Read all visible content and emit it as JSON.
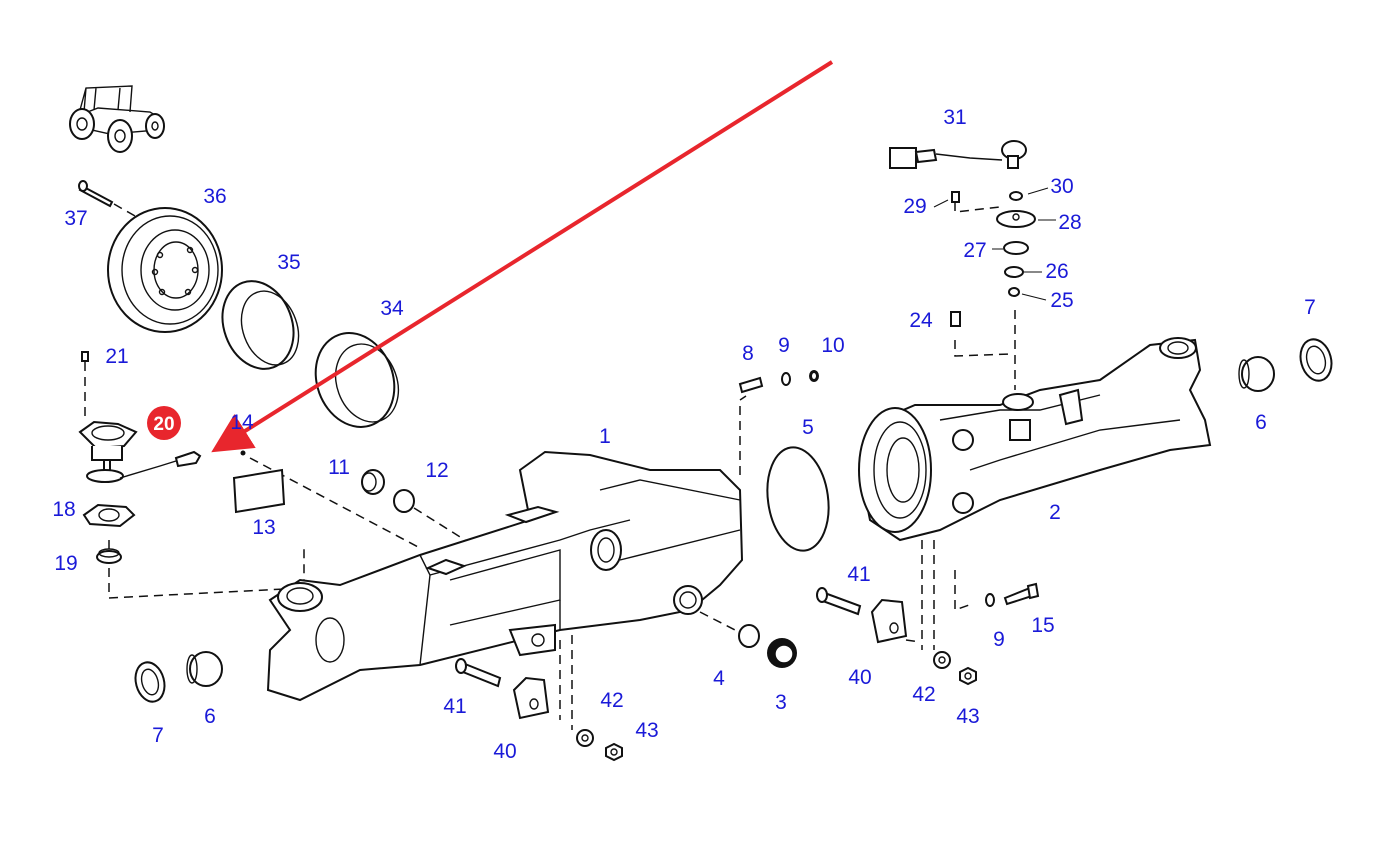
{
  "diagram": {
    "title": "Front axle housing exploded parts diagram",
    "highlighted_part": "20",
    "colors": {
      "label": "#1a1ad8",
      "highlight": "#e8262d",
      "arrow": "#e8262d",
      "line": "#111111"
    },
    "labels": {
      "p1": "1",
      "p2": "2",
      "p3": "3",
      "p4": "4",
      "p5": "5",
      "p6a": "6",
      "p6b": "6",
      "p7a": "7",
      "p7b": "7",
      "p8": "8",
      "p9a": "9",
      "p9b": "9",
      "p10": "10",
      "p11": "11",
      "p12": "12",
      "p13": "13",
      "p14": "14",
      "p15": "15",
      "p18": "18",
      "p19": "19",
      "p20": "20",
      "p21": "21",
      "p24": "24",
      "p25": "25",
      "p26": "26",
      "p27": "27",
      "p28": "28",
      "p29": "29",
      "p30": "30",
      "p31": "31",
      "p34": "34",
      "p35": "35",
      "p36": "36",
      "p37": "37",
      "p40a": "40",
      "p40b": "40",
      "p41a": "41",
      "p41b": "41",
      "p42a": "42",
      "p42b": "42",
      "p43a": "43",
      "p43b": "43"
    },
    "icons": {
      "vehicle": "tractor-icon",
      "pointer": "red-arrow"
    }
  }
}
